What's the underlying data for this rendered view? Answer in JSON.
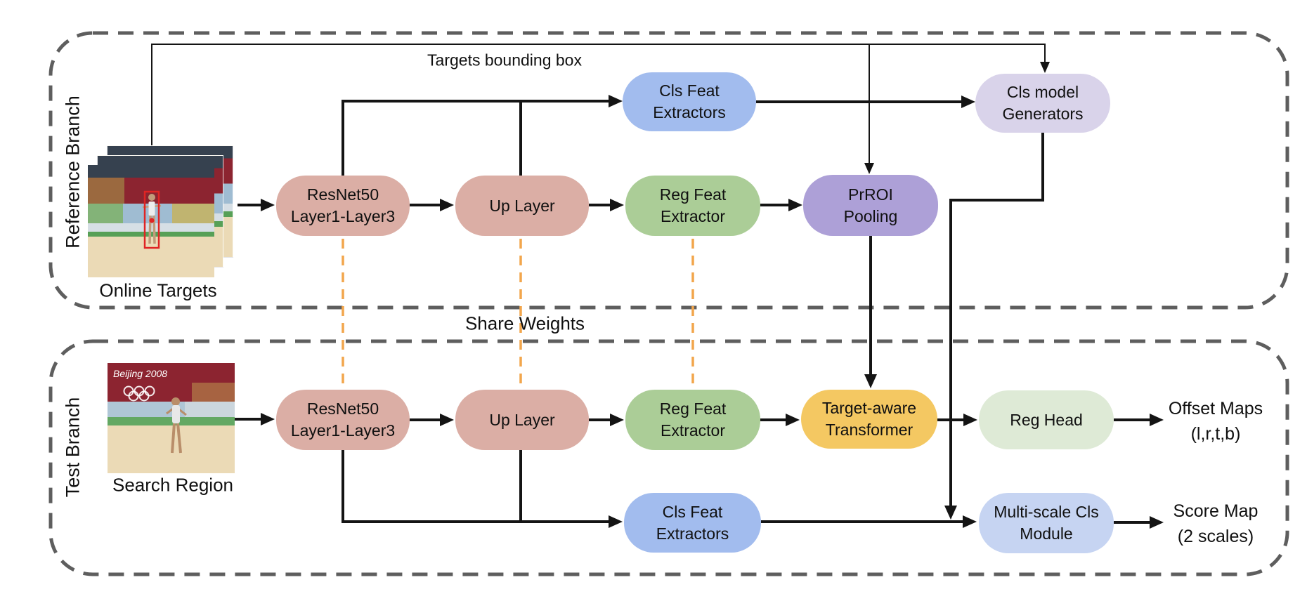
{
  "branches": {
    "reference": {
      "label": "Reference Branch",
      "input_caption": "Online Targets"
    },
    "test": {
      "label": "Test Branch",
      "input_caption": "Search Region"
    }
  },
  "labels": {
    "targets_bounding_box": "Targets bounding box",
    "share_weights": "Share Weights"
  },
  "nodes": {
    "ref_resnet": {
      "line1": "ResNet50",
      "line2": "Layer1-Layer3"
    },
    "ref_uplayer": {
      "line1": "Up Layer"
    },
    "ref_regfeat": {
      "line1": "Reg Feat",
      "line2": "Extractor"
    },
    "ref_clsfeat": {
      "line1": "Cls Feat",
      "line2": "Extractors"
    },
    "prroi": {
      "line1": "PrROI",
      "line2": "Pooling"
    },
    "cls_model_gen": {
      "line1": "Cls model",
      "line2": "Generators"
    },
    "test_resnet": {
      "line1": "ResNet50",
      "line2": "Layer1-Layer3"
    },
    "test_uplayer": {
      "line1": "Up Layer"
    },
    "test_regfeat": {
      "line1": "Reg Feat",
      "line2": "Extractor"
    },
    "transformer": {
      "line1": "Target-aware",
      "line2": "Transformer"
    },
    "reg_head": {
      "line1": "Reg Head"
    },
    "test_clsfeat": {
      "line1": "Cls Feat",
      "line2": "Extractors"
    },
    "multiscale": {
      "line1": "Multi-scale Cls",
      "line2": "Module"
    }
  },
  "outputs": {
    "offset_maps": {
      "line1": "Offset Maps",
      "line2": "(l,r,t,b)"
    },
    "score_map": {
      "line1": "Score Map",
      "line2": "(2 scales)"
    }
  },
  "photo_texts": {
    "search_banner": "Beijing 2008"
  },
  "colors": {
    "pink": "#DBAEA5",
    "green": "#ABCD97",
    "blue": "#A2BCEE",
    "purple": "#ADA0D7",
    "lavender": "#D9D3EA",
    "yellow": "#F4C862",
    "palegreen": "#DEEAD6",
    "paleblue": "#C6D4F2",
    "orange": "#F2A64C",
    "dash": "#5E5E5E",
    "wire": "#141414",
    "red": "#E02424"
  }
}
